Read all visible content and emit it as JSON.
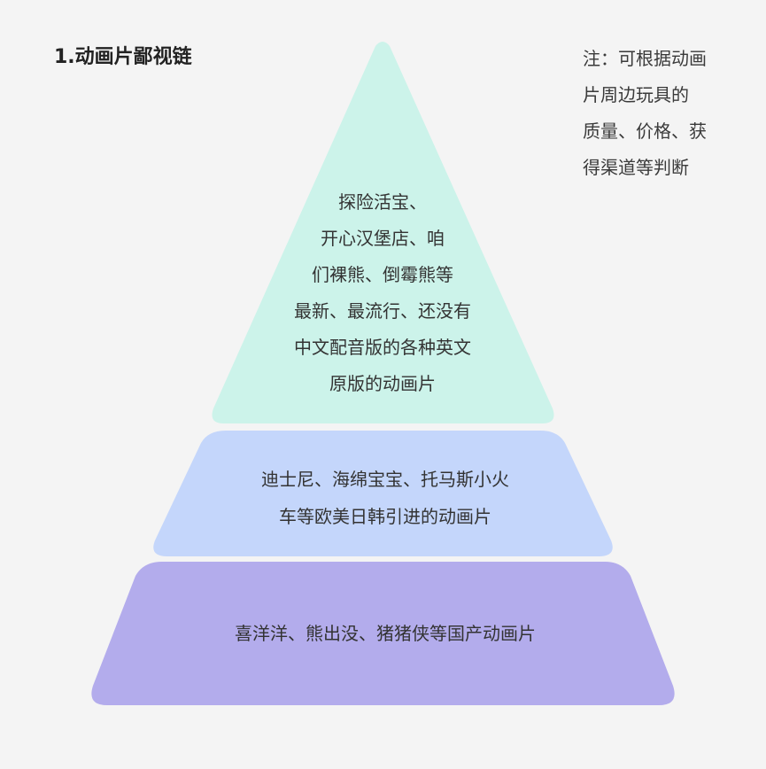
{
  "title": "1.动画片鄙视链",
  "note": {
    "lines": [
      "注：可根据动画",
      "片周边玩具的",
      "质量、价格、获",
      "得渠道等判断"
    ]
  },
  "tiers": [
    {
      "level": "top",
      "color": "#ccf3ea",
      "lines": [
        "探险活宝、",
        "开心汉堡店、咱",
        "们裸熊、倒霉熊等",
        "最新、最流行、还没有",
        "中文配音版的各种英文",
        "原版的动画片"
      ]
    },
    {
      "level": "middle",
      "color": "#c4d6fb",
      "lines": [
        "迪士尼、海绵宝宝、托马斯小火",
        "车等欧美日韩引进的动画片"
      ]
    },
    {
      "level": "bottom",
      "color": "#b3acec",
      "lines": [
        "喜洋洋、熊出没、猪猪侠等国产动画片"
      ]
    }
  ]
}
